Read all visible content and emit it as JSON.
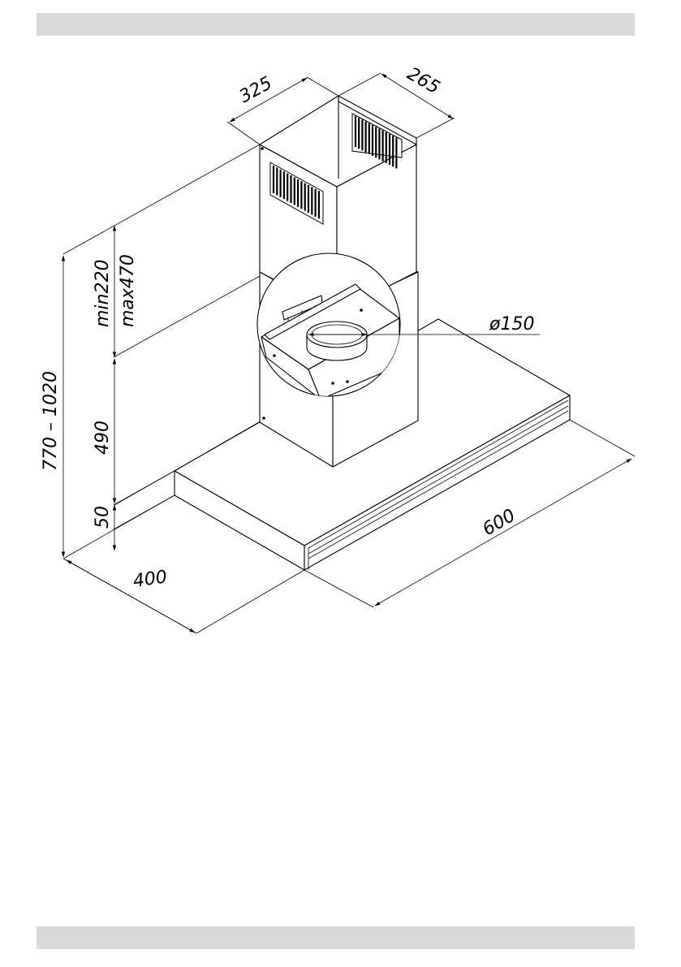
{
  "header_band": "",
  "footer_band": "",
  "dimensions": {
    "chimney_width": "325",
    "chimney_depth": "265",
    "total_height": "770 – 1020",
    "chimney_min": "min220",
    "chimney_max": "max470",
    "body_height": "490",
    "canopy_height": "50",
    "hood_depth": "400",
    "hood_width": "600",
    "duct_diameter": "ø150"
  }
}
